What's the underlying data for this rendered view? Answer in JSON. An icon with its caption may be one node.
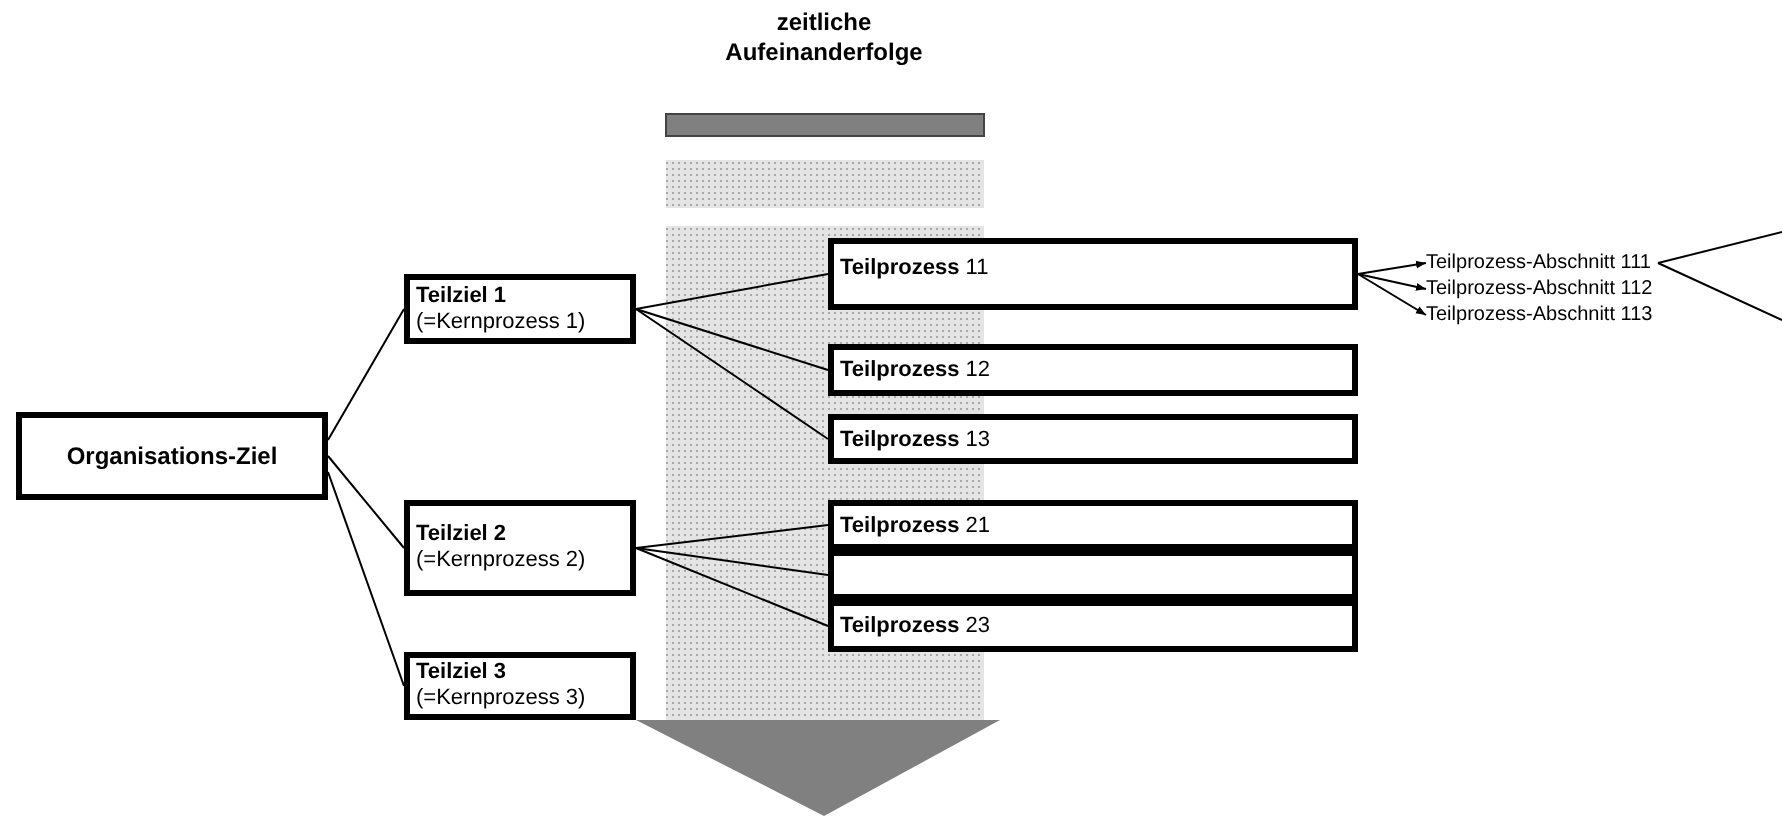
{
  "diagram": {
    "nodes": [
      {
        "text": [
          "Organisations-Ziel"
        ]
      },
      {
        "text": [
          "Teilziel 1",
          "(=Kernprozess 1)"
        ]
      },
      {
        "text": [
          "Teilziel 2",
          "(=Kernprozess 2)"
        ]
      },
      {
        "text": [
          "Teilziel 3",
          "(=Kernprozess 3)"
        ]
      },
      {
        "text": [
          "**Teilprozess** 11"
        ]
      },
      {
        "text": [
          "**Teilprozess** 12"
        ]
      },
      {
        "text": [
          "**Teilprozess** 13"
        ]
      },
      {
        "text": [
          "**Teilprozess** 21"
        ]
      },
      {
        "text": [],
        "shape": "box"
      },
      {
        "text": [
          "**Teilprozess** 23"
        ]
      },
      {
        "text": [
          "Teilprozess-Abschnitt 111"
        ]
      },
      {
        "text": [
          "Teilprozess-Abschnitt 112"
        ]
      },
      {
        "text": [
          "Teilprozess-Abschnitt 113"
        ]
      }
    ],
    "edges": [
      {
        "from": 0,
        "to": 1,
        "arrow": "none"
      },
      {
        "from": 0,
        "to": 2,
        "arrow": "none"
      },
      {
        "from": 0,
        "to": 3,
        "arrow": "none"
      },
      {
        "from": 1,
        "to": 4,
        "arrow": "none"
      },
      {
        "from": 1,
        "to": 5,
        "arrow": "none"
      },
      {
        "from": 1,
        "to": 6,
        "arrow": "none"
      },
      {
        "from": 2,
        "to": 7,
        "arrow": "none"
      },
      {
        "from": 2,
        "to": 8,
        "arrow": "none"
      },
      {
        "from": 2,
        "to": 9,
        "arrow": "none"
      },
      {
        "from": 4,
        "to": 10,
        "arrow": "to"
      },
      {
        "from": 4,
        "to": 11,
        "arrow": "to"
      },
      {
        "from": 4,
        "to": 12,
        "arrow": "to"
      },
      {
        "from": 10,
        "to": null,
        "arrow": "none"
      },
      {
        "from": 10,
        "to": null,
        "arrow": "none"
      }
    ],
    "labels": [
      "zeitliche Aufeinanderfolge"
    ]
  }
}
